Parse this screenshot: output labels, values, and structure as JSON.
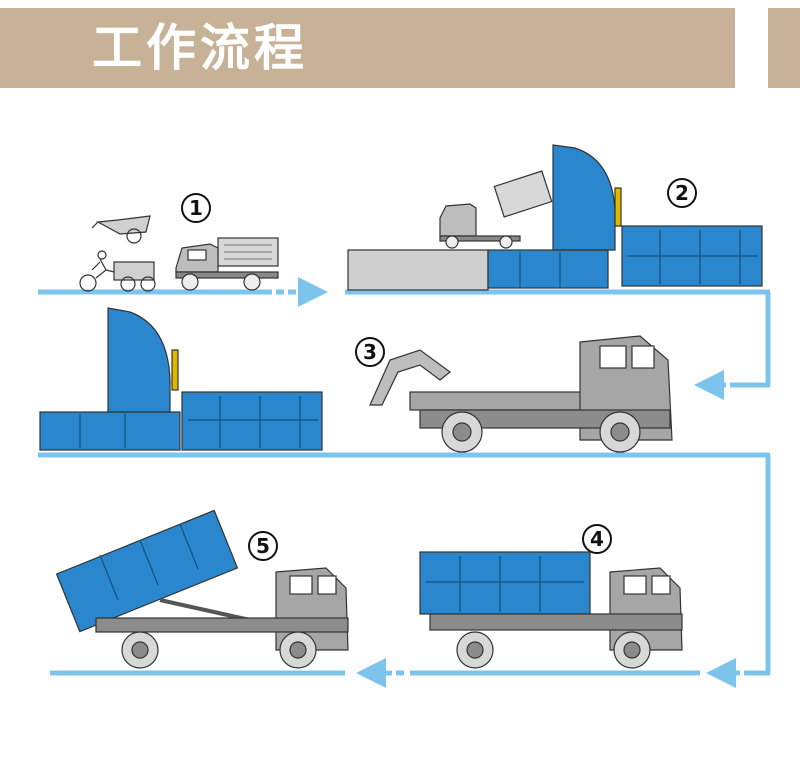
{
  "header": {
    "title": "工作流程"
  },
  "steps": [
    {
      "number": "①"
    },
    {
      "number": "②"
    },
    {
      "number": "3"
    },
    {
      "number": "4"
    },
    {
      "number": "5"
    }
  ],
  "colors": {
    "banner": "#c7b298",
    "flow_line": "#7cc4ec",
    "container": "#2a86cd",
    "truck_body": "#a6a6a6",
    "outline": "#222222"
  },
  "icons": [
    "tricycle-icon",
    "mini-truck-icon",
    "compactor-station-icon",
    "hook-lift-truck-icon",
    "flow-arrow-icon"
  ]
}
